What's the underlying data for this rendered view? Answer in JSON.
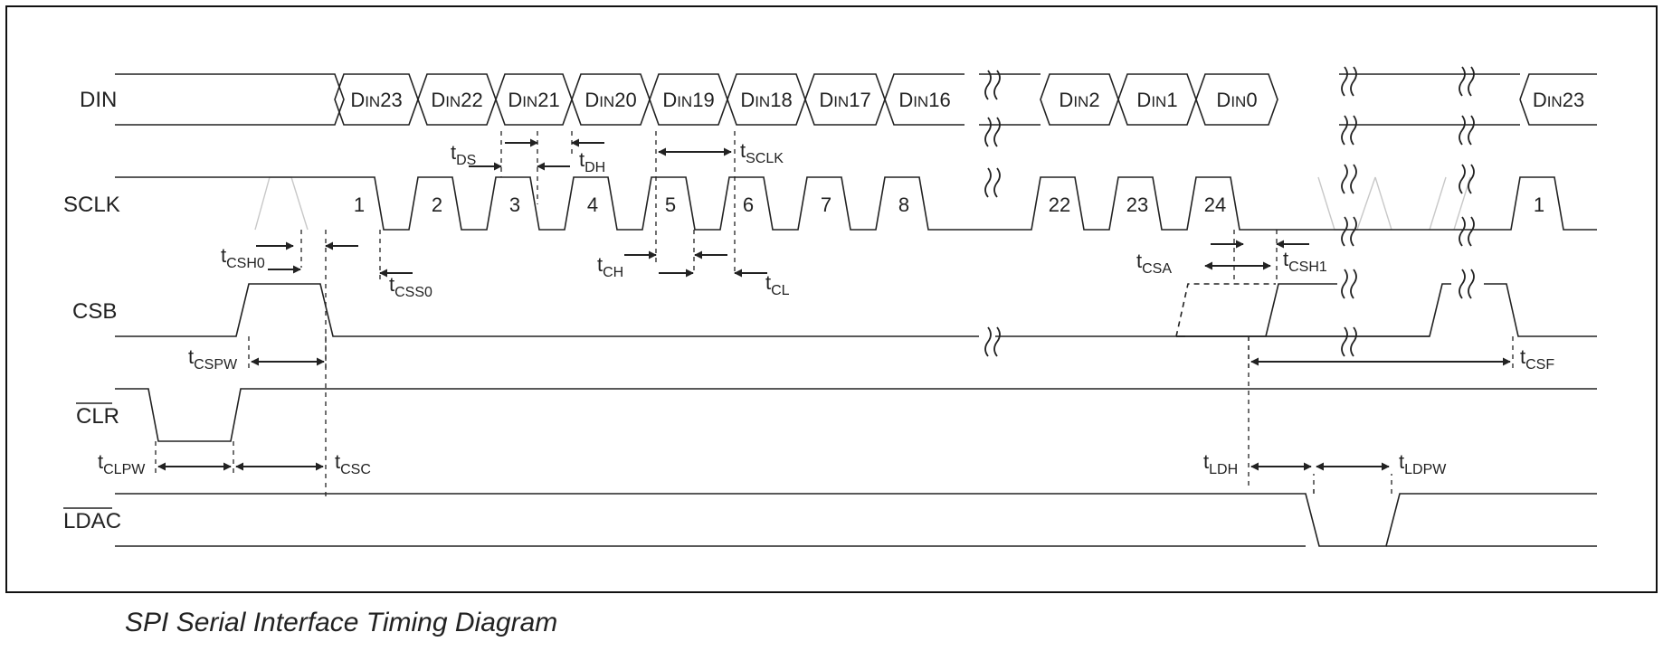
{
  "caption": "SPI Serial Interface Timing Diagram",
  "signals": {
    "din": "DIN",
    "sclk": "SCLK",
    "csb": "CSB",
    "clr": "CLR",
    "ldac": "LDAC"
  },
  "din_bits": [
    {
      "main": "D",
      "sub": "IN",
      "num": "23"
    },
    {
      "main": "D",
      "sub": "IN",
      "num": "22"
    },
    {
      "main": "D",
      "sub": "IN",
      "num": "21"
    },
    {
      "main": "D",
      "sub": "IN",
      "num": "20"
    },
    {
      "main": "D",
      "sub": "IN",
      "num": "19"
    },
    {
      "main": "D",
      "sub": "IN",
      "num": "18"
    },
    {
      "main": "D",
      "sub": "IN",
      "num": "17"
    },
    {
      "main": "D",
      "sub": "IN",
      "num": "16"
    },
    {
      "main": "D",
      "sub": "IN",
      "num": "2"
    },
    {
      "main": "D",
      "sub": "IN",
      "num": "1"
    },
    {
      "main": "D",
      "sub": "IN",
      "num": "0"
    },
    {
      "main": "D",
      "sub": "IN",
      "num": "23"
    }
  ],
  "clock_numbers": [
    "1",
    "2",
    "3",
    "4",
    "5",
    "6",
    "7",
    "8",
    "22",
    "23",
    "24",
    "1"
  ],
  "timing": {
    "tds": {
      "t": "t",
      "sub": "DS"
    },
    "tdh": {
      "t": "t",
      "sub": "DH"
    },
    "tsclk": {
      "t": "t",
      "sub": "SCLK"
    },
    "tcsh0": {
      "t": "t",
      "sub": "CSH0"
    },
    "tcss0": {
      "t": "t",
      "sub": "CSS0"
    },
    "tch": {
      "t": "t",
      "sub": "CH"
    },
    "tcl": {
      "t": "t",
      "sub": "CL"
    },
    "tcsa": {
      "t": "t",
      "sub": "CSA"
    },
    "tcsh1": {
      "t": "t",
      "sub": "CSH1"
    },
    "tcspw": {
      "t": "t",
      "sub": "CSPW"
    },
    "tcsf": {
      "t": "t",
      "sub": "CSF"
    },
    "tclpw": {
      "t": "t",
      "sub": "CLPW"
    },
    "tcsc": {
      "t": "t",
      "sub": "CSC"
    },
    "tldh": {
      "t": "t",
      "sub": "LDH"
    },
    "tldpw": {
      "t": "t",
      "sub": "LDPW"
    }
  },
  "colors": {
    "line": "#222222",
    "faint": "#c8c8c8"
  }
}
